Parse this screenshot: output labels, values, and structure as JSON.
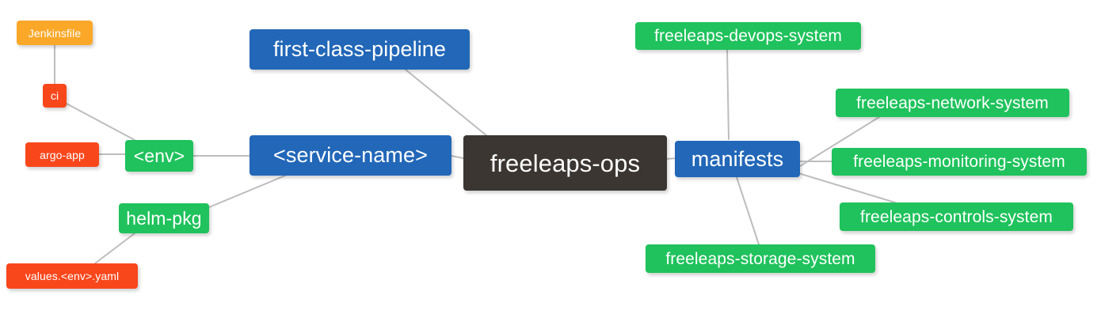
{
  "diagram": {
    "title": "freeleaps-ops repository mindmap",
    "type": "mindmap",
    "background": "#ffffff",
    "edge_color": "#bdbdbd",
    "palette": {
      "root": "#3b3632",
      "blue": "#2267b8",
      "green": "#1fc25c",
      "orange": "#fba829",
      "red": "#f9471c",
      "text": "#ffffff"
    }
  },
  "nodes": {
    "root": {
      "label": "freeleaps-ops",
      "color": "#3b3632"
    },
    "service_name": {
      "label": "<service-name>",
      "color": "#2267b8"
    },
    "first_class_pipeline": {
      "label": "first-class-pipeline",
      "color": "#2267b8"
    },
    "manifests": {
      "label": "manifests",
      "color": "#2267b8"
    },
    "env": {
      "label": "<env>",
      "color": "#1fc25c"
    },
    "helm_pkg": {
      "label": "helm-pkg",
      "color": "#1fc25c"
    },
    "ci": {
      "label": "ci",
      "color": "#f9471c"
    },
    "jenkinsfile": {
      "label": "Jenkinsfile",
      "color": "#fba829"
    },
    "argo_app": {
      "label": "argo-app",
      "color": "#f9471c"
    },
    "values_yaml": {
      "label": "values.<env>.yaml",
      "color": "#f9471c"
    },
    "devops_system": {
      "label": "freeleaps-devops-system",
      "color": "#1fc25c"
    },
    "network_system": {
      "label": "freeleaps-network-system",
      "color": "#1fc25c"
    },
    "monitoring_system": {
      "label": "freeleaps-monitoring-system",
      "color": "#1fc25c"
    },
    "controls_system": {
      "label": "freeleaps-controls-system",
      "color": "#1fc25c"
    },
    "storage_system": {
      "label": "freeleaps-storage-system",
      "color": "#1fc25c"
    }
  },
  "edges": [
    {
      "from": "root",
      "to": "service_name"
    },
    {
      "from": "root",
      "to": "first_class_pipeline"
    },
    {
      "from": "root",
      "to": "manifests"
    },
    {
      "from": "service_name",
      "to": "env"
    },
    {
      "from": "service_name",
      "to": "helm_pkg"
    },
    {
      "from": "env",
      "to": "ci"
    },
    {
      "from": "env",
      "to": "argo_app"
    },
    {
      "from": "ci",
      "to": "jenkinsfile"
    },
    {
      "from": "helm_pkg",
      "to": "values_yaml"
    },
    {
      "from": "manifests",
      "to": "devops_system"
    },
    {
      "from": "manifests",
      "to": "network_system"
    },
    {
      "from": "manifests",
      "to": "monitoring_system"
    },
    {
      "from": "manifests",
      "to": "controls_system"
    },
    {
      "from": "manifests",
      "to": "storage_system"
    }
  ]
}
